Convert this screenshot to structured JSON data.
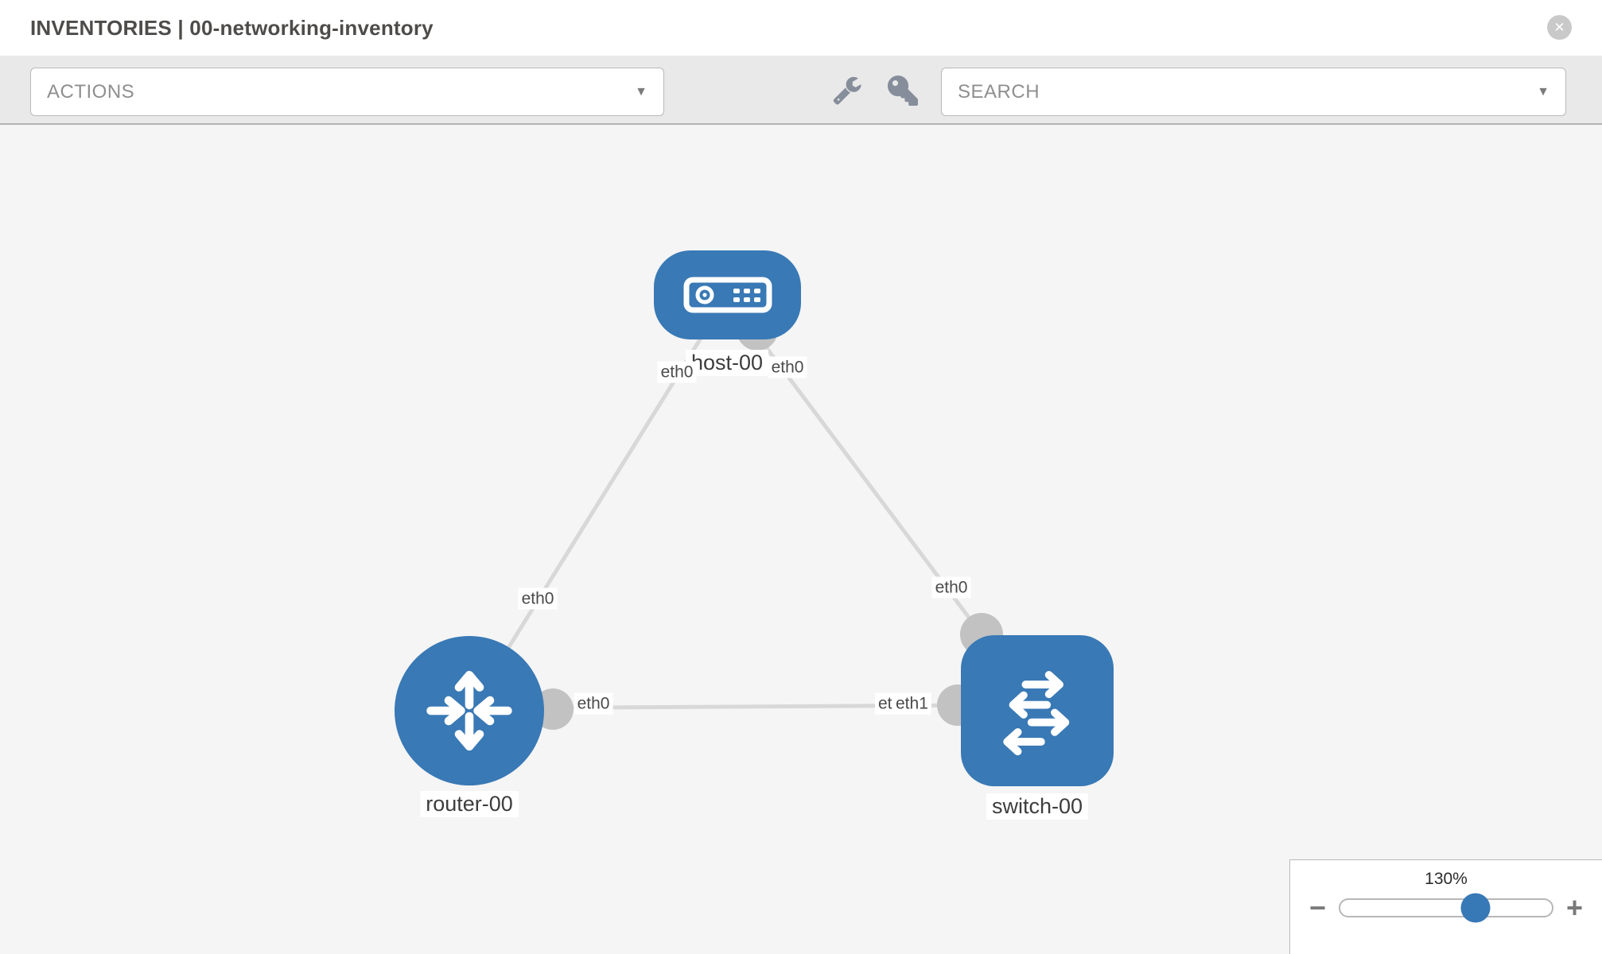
{
  "header": {
    "title": "INVENTORIES | 00-networking-inventory",
    "close_icon": "✕"
  },
  "toolbar": {
    "actions_label": "ACTIONS",
    "search_placeholder": "SEARCH",
    "caret": "▼",
    "icons": [
      "wrench-icon",
      "key-icon"
    ]
  },
  "canvas": {
    "nodes": [
      {
        "id": "host-00",
        "type": "host",
        "label": "host-00"
      },
      {
        "id": "router-00",
        "type": "router",
        "label": "router-00"
      },
      {
        "id": "switch-00",
        "type": "switch",
        "label": "switch-00"
      }
    ],
    "links": [
      {
        "from": "router-00",
        "from_if": "eth0",
        "to": "host-00",
        "to_if": "eth0"
      },
      {
        "from": "host-00",
        "from_if": "eth0",
        "to": "switch-00",
        "to_if": "eth0"
      },
      {
        "from": "router-00",
        "from_if": "eth0",
        "to": "switch-00",
        "to_if": "eth1",
        "to_if_back": "eth0"
      }
    ]
  },
  "zoom_panel": {
    "level": "130%",
    "minus": "−",
    "plus": "+"
  },
  "colors": {
    "node_blue": "#3979b5",
    "link_gray": "#d8d8d8",
    "endpoint_gray": "#c2c2c2",
    "toolbar_icon_gray": "#878e9b"
  }
}
